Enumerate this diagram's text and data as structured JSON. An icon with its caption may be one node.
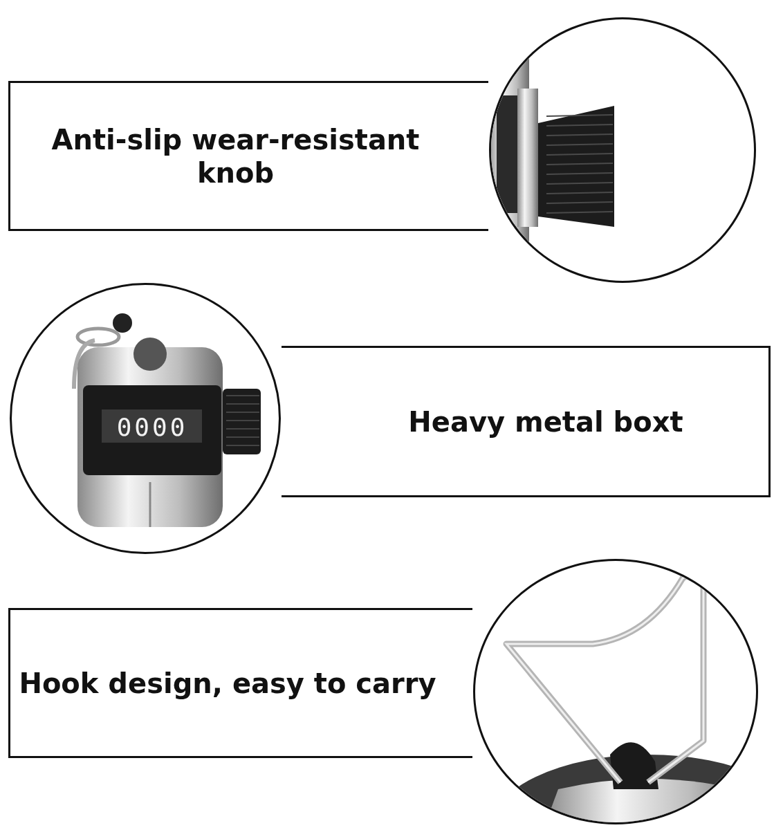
{
  "diagram": {
    "nodes": [
      {
        "text": [
          "Anti-slip wear-resistant knob"
        ]
      },
      {
        "text": [],
        "shape": "picture"
      },
      {
        "text": [],
        "shape": "picture"
      },
      {
        "text": [
          "Heavy metal boxt"
        ]
      },
      {
        "text": [
          "Hook design, easy to carry"
        ]
      },
      {
        "text": [],
        "shape": "picture"
      }
    ],
    "labels": [
      "0000"
    ]
  }
}
